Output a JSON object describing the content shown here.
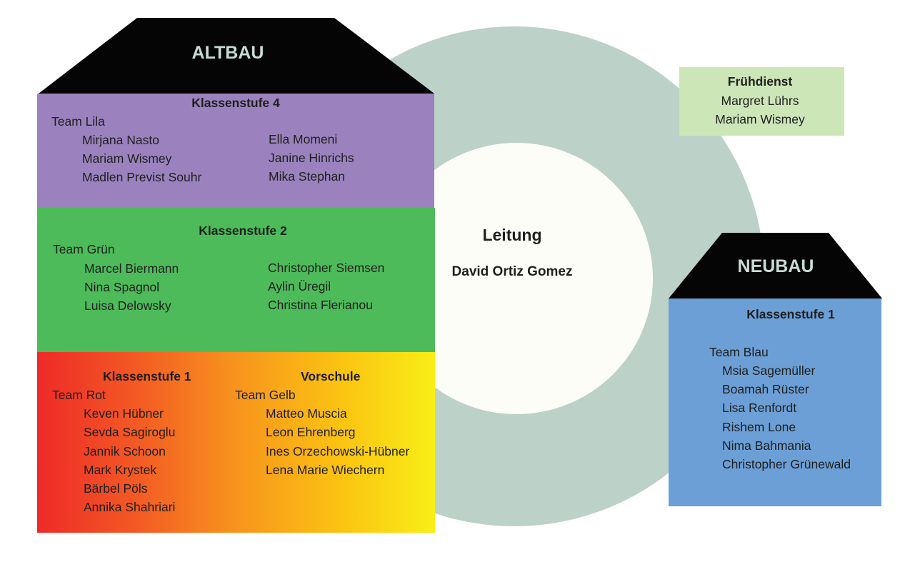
{
  "altbau": {
    "title": "ALTBAU",
    "k4": {
      "heading": "Klassenstufe 4",
      "team": "Team Lila",
      "col1": [
        "Mirjana Nasto",
        "Mariam Wismey",
        "Madlen Previst Souhr"
      ],
      "col2": [
        "Ella Momeni",
        "Janine Hinrichs",
        "Mika Stephan"
      ]
    },
    "k2": {
      "heading": "Klassenstufe 2",
      "team": "Team Grün",
      "col1": [
        "Marcel Biermann",
        "Nina Spagnol",
        "Luisa Delowsky"
      ],
      "col2": [
        "Christopher Siemsen",
        "Aylin Üregil",
        "Christina Flerianou"
      ]
    },
    "k1": {
      "heading": "Klassenstufe 1",
      "team": "Team Rot",
      "members": [
        "Keven Hübner",
        "Sevda Sagiroglu",
        "Jannik Schoon",
        "Mark Krystek",
        "Bärbel Pöls",
        "Annika Shahriari"
      ]
    },
    "vorschule": {
      "heading": "Vorschule",
      "team": "Team Gelb",
      "members": [
        "Matteo Muscia",
        "Leon Ehrenberg",
        "Ines Orzechowski-Hübner",
        "Lena Marie Wiechern"
      ]
    }
  },
  "leitung": {
    "title": "Leitung",
    "name": "David Ortiz Gomez"
  },
  "fruehdienst": {
    "heading": "Frühdienst",
    "members": [
      "Margret Lührs",
      "Mariam Wismey"
    ]
  },
  "neubau": {
    "title": "NEUBAU",
    "k1": {
      "heading": "Klassenstufe 1",
      "team": "Team Blau",
      "members": [
        "Msia Sagemüller",
        "Boamah Rüster",
        "Lisa Renfordt",
        "Rishem Lone",
        "Nima Bahmania",
        "Christopher Grünewald"
      ]
    }
  },
  "colors": {
    "ring": "#bcd1c8",
    "core": "#fdfdf8",
    "roof": "#050505",
    "roof_text": "#c8dcd4",
    "klassenstufe4": "#9b82be",
    "klassenstufe2": "#4dbb5a",
    "klassenstufe1_gradient": [
      "#ee2a28",
      "#f7941d",
      "#f8ee16"
    ],
    "neubau_k1": "#6b9fd6",
    "fruehdienst": "#cde6b8"
  }
}
